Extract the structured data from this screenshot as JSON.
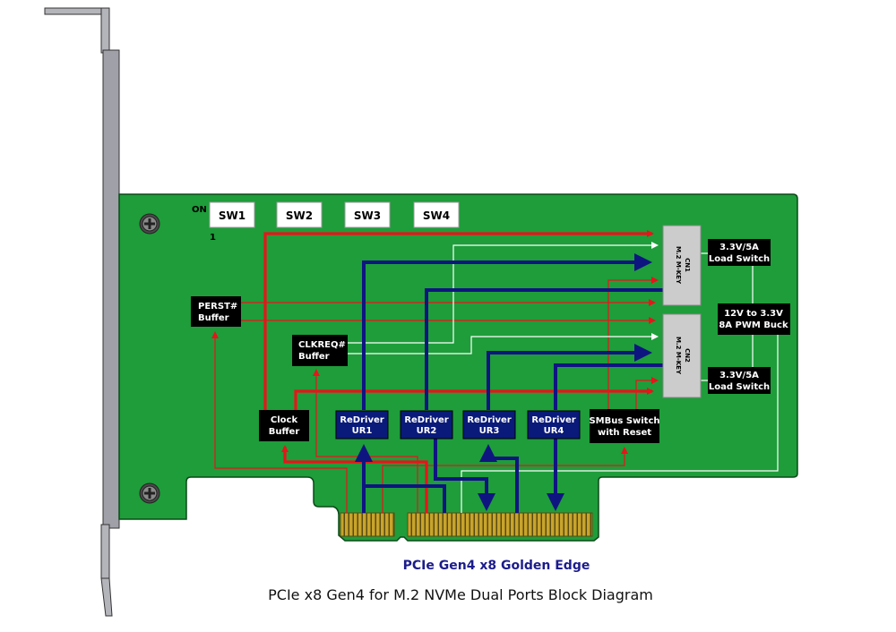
{
  "switches": {
    "on_label": "ON",
    "one_label": "1",
    "items": [
      "SW1",
      "SW2",
      "SW3",
      "SW4"
    ]
  },
  "blocks": {
    "perst_buffer": [
      "PERST#",
      "Buffer"
    ],
    "clkreq_buffer": [
      "CLKREQ#",
      "Buffer"
    ],
    "clock_buffer": [
      "Clock",
      "Buffer"
    ],
    "redrivers": [
      [
        "ReDriver",
        "UR1"
      ],
      [
        "ReDriver",
        "UR2"
      ],
      [
        "ReDriver",
        "UR3"
      ],
      [
        "ReDriver",
        "UR4"
      ]
    ],
    "smbus_switch": [
      "SMBus Switch",
      "with Reset"
    ],
    "load_switch_1": [
      "3.3V/5A",
      "Load Switch"
    ],
    "load_switch_2": [
      "3.3V/5A",
      "Load Switch"
    ],
    "pwm_buck": [
      "12V to 3.3V",
      "8A PWM Buck"
    ],
    "m2_cn1": [
      "M.2 M-KEY",
      "CN1"
    ],
    "m2_cn2": [
      "M.2 M-KEY",
      "CN2"
    ]
  },
  "edge_label": "PCIe Gen4 x8 Golden Edge",
  "caption": "PCIe x8 Gen4 for M.2 NVMe Dual Ports Block Diagram",
  "colors": {
    "pcb": "#1e9d3a",
    "bracket": "#a9a9b0",
    "block": "#000000",
    "redriver": "#0a1a7a",
    "m2": "#cccccc",
    "signal_red": "#e8141a",
    "signal_blue": "#0f1580",
    "signal_white": "#ffffff",
    "gold": "#c8a42c",
    "edge_label": "#1c1c8c"
  }
}
